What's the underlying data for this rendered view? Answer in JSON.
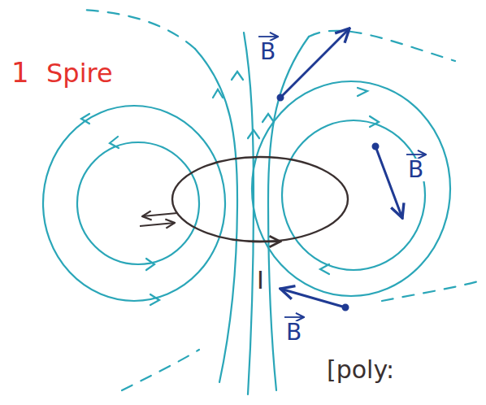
{
  "diagram": {
    "labels": [
      "1",
      "Spire",
      "B",
      "B",
      "B",
      "I",
      "[poly:"
    ]
  }
}
